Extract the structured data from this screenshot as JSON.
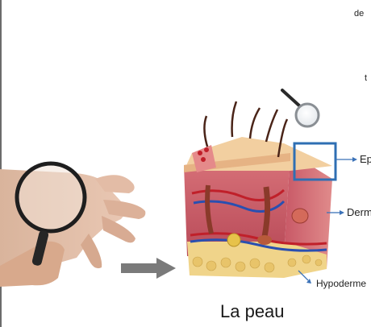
{
  "edge_fragments": {
    "top": "de",
    "middle": "t"
  },
  "layers": {
    "epidermis": "Ep",
    "dermis": "Derm",
    "hypodermis": "Hypoderme"
  },
  "caption": "La peau",
  "colors": {
    "highlight_box": "#2f6fb3",
    "arrow": "#7a7a7a",
    "pointer": "#3b72b8"
  },
  "icons": [
    "magnifying-glass-icon",
    "hand-with-magnifier",
    "skin-cross-section"
  ]
}
